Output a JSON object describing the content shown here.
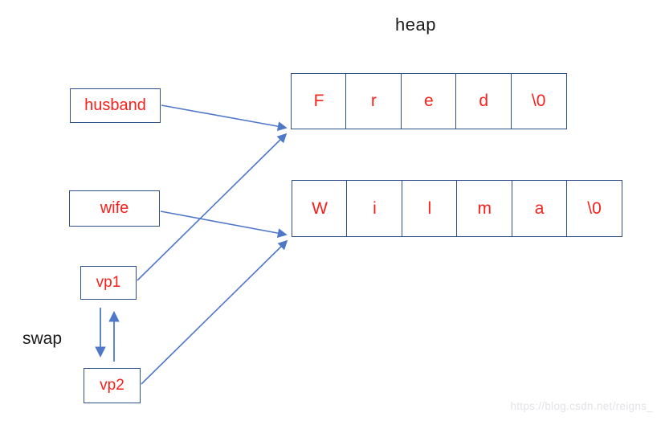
{
  "title": "heap",
  "pointer_boxes": [
    {
      "label": "husband"
    },
    {
      "label": "wife"
    },
    {
      "label": "vp1"
    },
    {
      "label": "vp2"
    }
  ],
  "swap_label": "swap",
  "heap_strings": [
    {
      "name": "fred-string",
      "cells": [
        "F",
        "r",
        "e",
        "d",
        "\\0"
      ]
    },
    {
      "name": "wilma-string",
      "cells": [
        "W",
        "i",
        "l",
        "m",
        "a",
        "\\0"
      ]
    }
  ],
  "arrows": [
    {
      "from": "husband",
      "to": "fred-string"
    },
    {
      "from": "vp1",
      "to": "fred-string"
    },
    {
      "from": "wife",
      "to": "wilma-string"
    },
    {
      "from": "vp2",
      "to": "wilma-string"
    },
    {
      "from": "vp1",
      "to": "vp2"
    },
    {
      "from": "vp2",
      "to": "vp1"
    }
  ],
  "watermark": "https://blog.csdn.net/reigns_",
  "colors": {
    "box_border": "#2e4f87",
    "arrow": "#4f78c8",
    "letter_red": "#f8211c",
    "title_text": "#1a1a1a",
    "watermark_text": "#e3e3e8",
    "background": "#ffffff"
  }
}
